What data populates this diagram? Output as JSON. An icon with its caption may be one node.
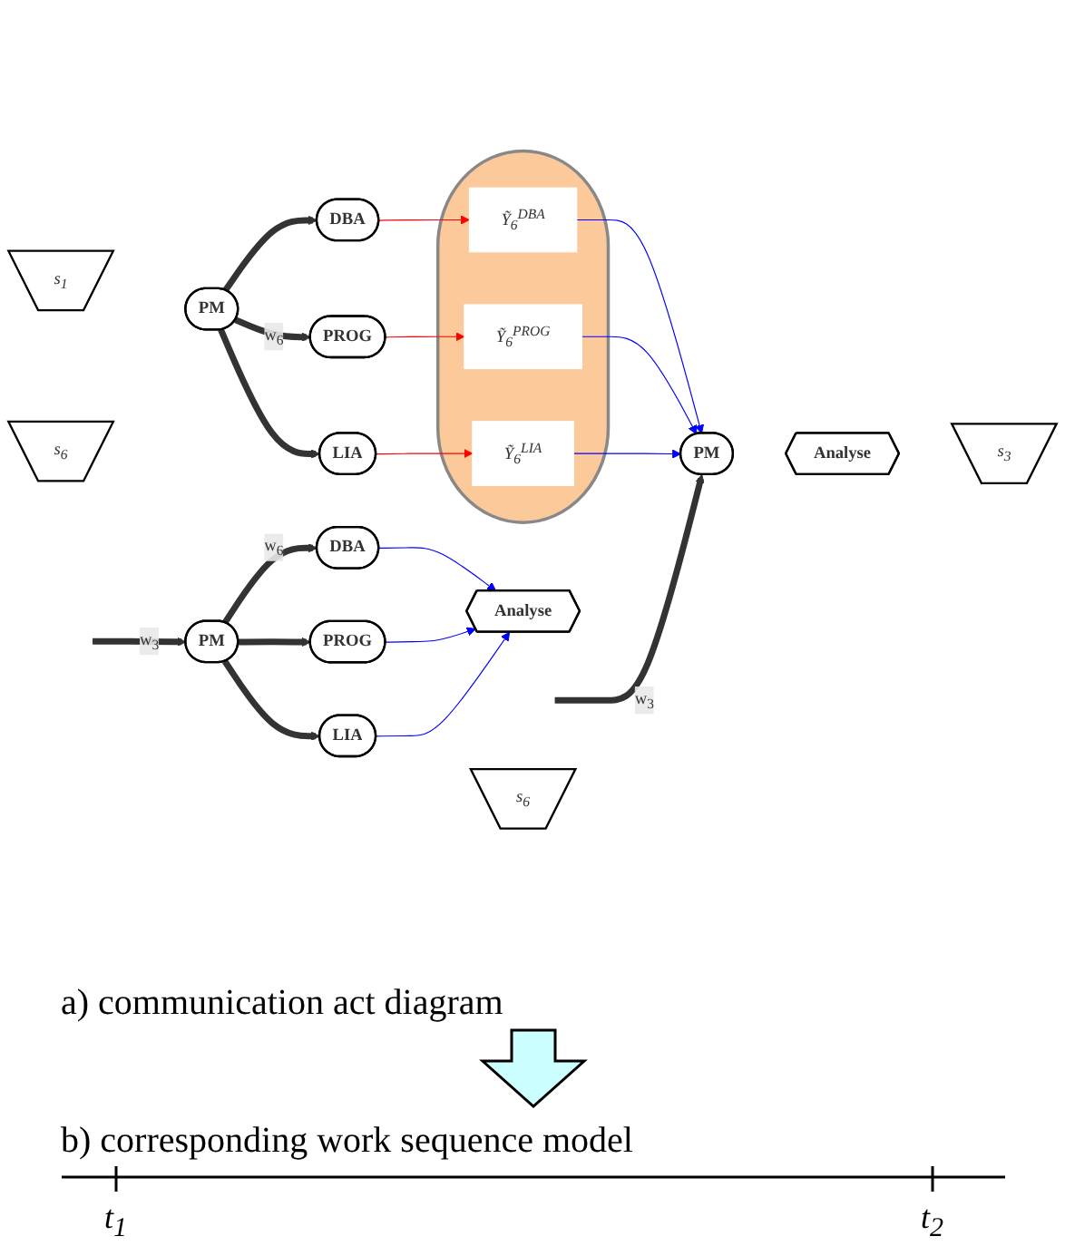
{
  "diagram": {
    "nodes": [
      {
        "text": [
          "PM"
        ]
      },
      {
        "text": [
          "Analyse"
        ]
      },
      {
        "text": [
          "DBA"
        ]
      },
      {
        "text": [
          "PROG"
        ]
      },
      {
        "text": [
          "LIA"
        ]
      },
      {
        "text": [
          "s$_{1}$"
        ]
      },
      {
        "text": [
          "PM"
        ]
      },
      {
        "text": [
          "s$_{6}$"
        ]
      },
      {
        "text": [
          "DBA"
        ]
      },
      {
        "text": [
          "PROG"
        ]
      },
      {
        "text": [
          "LIA"
        ]
      },
      {
        "text": [],
        "shape": "ellipse"
      },
      {
        "text": [
          "Ỹ$_{6}$$^{DBA}$"
        ],
        "in": 11
      },
      {
        "text": [
          "Ỹ$_{6}$$^{PROG}$"
        ],
        "in": 11
      },
      {
        "text": [
          "Ỹ$_{6}$$^{LIA}$"
        ],
        "in": 11
      },
      {
        "text": [
          "s$_{6}$"
        ]
      },
      {
        "text": [
          "PM"
        ]
      },
      {
        "text": [
          "Analyse"
        ]
      },
      {
        "text": [
          "s$_{3}$"
        ]
      }
    ],
    "edges": [
      {
        "from": null,
        "to": 0,
        "arrow": "to",
        "label": "w$_{3}$",
        "style": "thick"
      },
      {
        "from": 0,
        "to": 2,
        "arrow": "to",
        "label": "w$_{6}$",
        "style": "thick"
      },
      {
        "from": 0,
        "to": 3,
        "arrow": "to",
        "style": "thick"
      },
      {
        "from": 0,
        "to": 4,
        "arrow": "to",
        "style": "thick"
      },
      {
        "from": 2,
        "to": 1,
        "arrow": "to",
        "color": "#0000ff"
      },
      {
        "from": 3,
        "to": 1,
        "arrow": "to",
        "color": "#0000ff"
      },
      {
        "from": 4,
        "to": 1,
        "arrow": "to",
        "color": "#0000ff"
      },
      {
        "from": 6,
        "to": 8,
        "arrow": "to",
        "style": "thick"
      },
      {
        "from": 6,
        "to": 9,
        "arrow": "to",
        "label": "w$_{6}$",
        "style": "thick"
      },
      {
        "from": 6,
        "to": 10,
        "arrow": "to",
        "style": "thick"
      },
      {
        "from": 8,
        "to": 12,
        "arrow": "to",
        "color": "#ff0000"
      },
      {
        "from": 9,
        "to": 13,
        "arrow": "to",
        "color": "#ff0000"
      },
      {
        "from": 10,
        "to": 14,
        "arrow": "to",
        "color": "#ff0000"
      },
      {
        "from": 12,
        "to": 16,
        "arrow": "to",
        "color": "#0000ff"
      },
      {
        "from": 13,
        "to": 16,
        "arrow": "to",
        "color": "#0000ff"
      },
      {
        "from": 14,
        "to": 16,
        "arrow": "to",
        "color": "#0000ff"
      },
      {
        "from": null,
        "to": 16,
        "arrow": "to",
        "label": "w$_{3}$",
        "style": "thick"
      }
    ],
    "labels": [
      "a) communication act diagram",
      "b) corresponding work sequence model",
      "t$_{1}$",
      "t$_{2}$"
    ]
  }
}
